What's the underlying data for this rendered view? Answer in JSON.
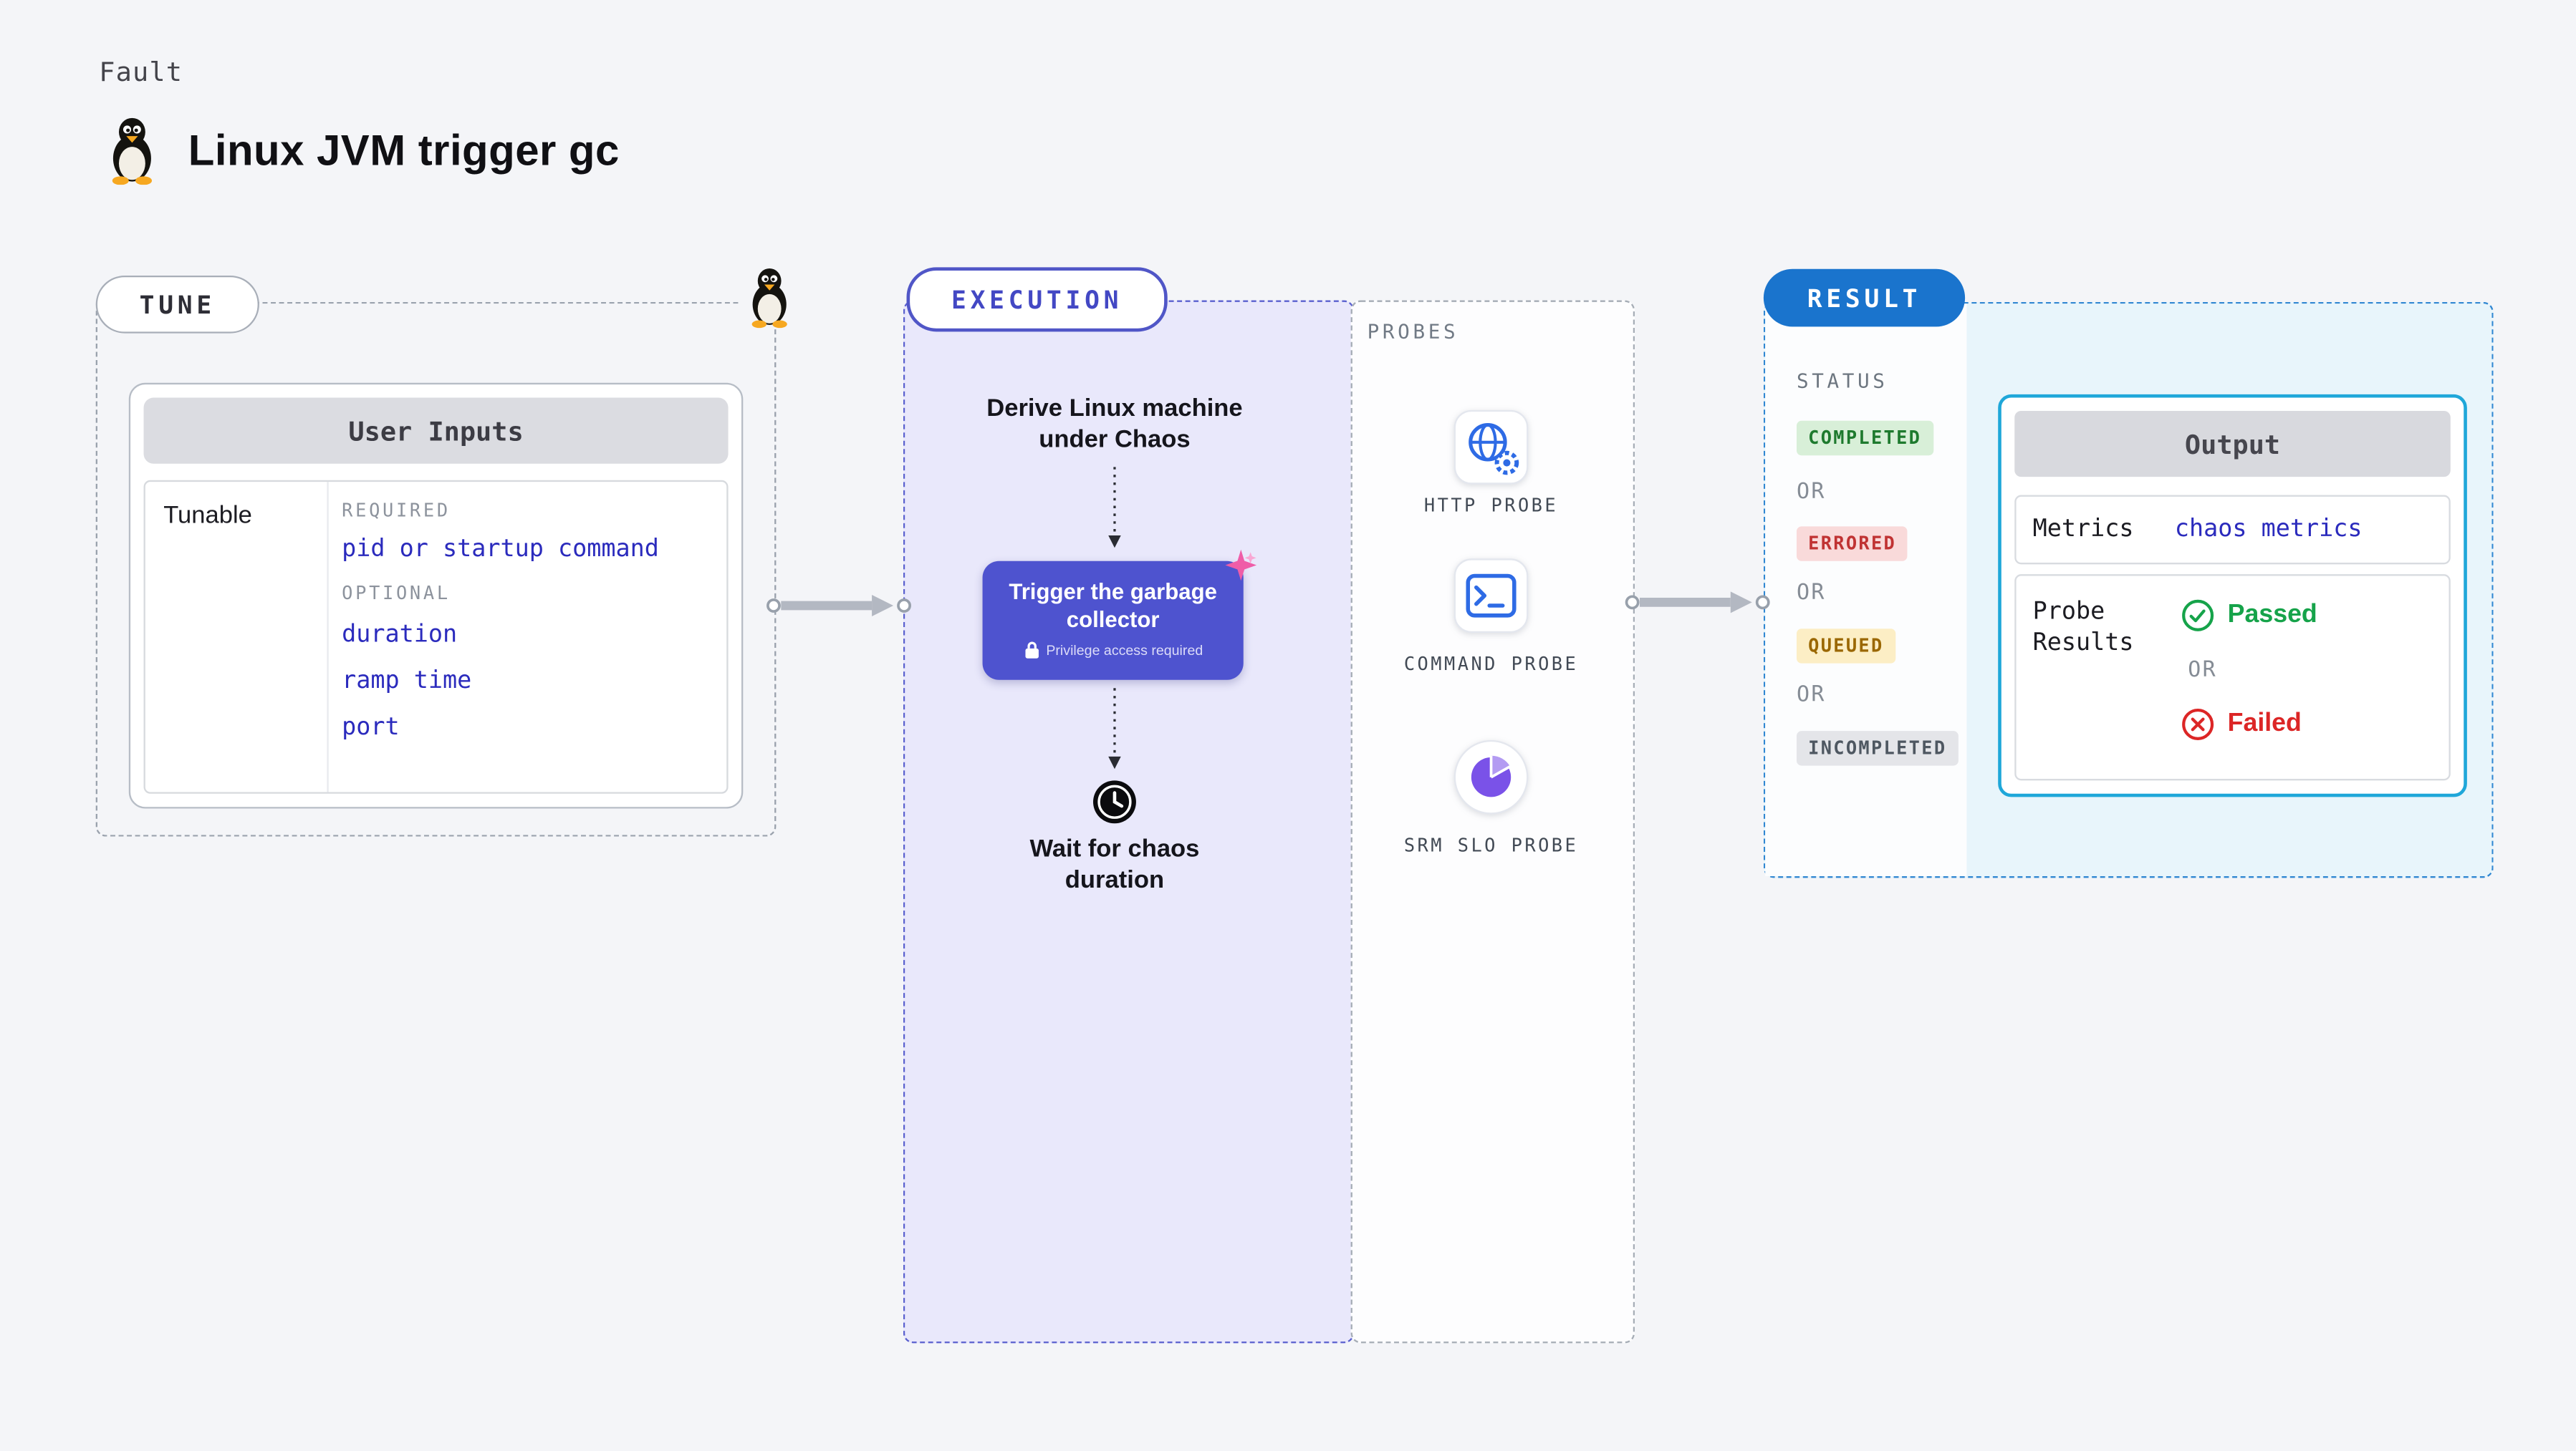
{
  "page": {
    "kicker": "Fault",
    "title": "Linux JVM trigger gc"
  },
  "tune": {
    "label": "TUNE",
    "card_title": "User Inputs",
    "row_label": "Tunable",
    "required_label": "REQUIRED",
    "required_items": [
      "pid or startup command"
    ],
    "optional_label": "OPTIONAL",
    "optional_items": [
      "duration",
      "ramp time",
      "port"
    ]
  },
  "execution": {
    "label": "EXECUTION",
    "step1": "Derive Linux machine under Chaos",
    "action_title": "Trigger the garbage collector",
    "action_note": "Privilege access required",
    "step3": "Wait for chaos duration"
  },
  "probes": {
    "label": "PROBES",
    "items": [
      {
        "name": "HTTP PROBE",
        "icon": "globe-gear-icon"
      },
      {
        "name": "COMMAND PROBE",
        "icon": "terminal-icon"
      },
      {
        "name": "SRM SLO PROBE",
        "icon": "pie-chart-icon"
      }
    ]
  },
  "result": {
    "label": "RESULT",
    "status_label": "STATUS",
    "or_label": "OR",
    "statuses": [
      {
        "label": "COMPLETED",
        "bg": "#d8efd8",
        "fg": "#1e7a2e"
      },
      {
        "label": "ERRORED",
        "bg": "#f9dada",
        "fg": "#c03333"
      },
      {
        "label": "QUEUED",
        "bg": "#fceec5",
        "fg": "#9a6700"
      },
      {
        "label": "INCOMPLETED",
        "bg": "#e4e5e9",
        "fg": "#4e5761"
      }
    ],
    "output": {
      "title": "Output",
      "metrics_label": "Metrics",
      "metrics_value": "chaos metrics",
      "probe_results_label": "Probe Results",
      "passed_label": "Passed",
      "or_label": "OR",
      "failed_label": "Failed"
    }
  },
  "colors": {
    "page_bg": "#f4f5f8",
    "accent_indigo": "#4e53cf",
    "execution_bg": "#e9e8fb",
    "result_bg": "#e8f5fb",
    "result_accent": "#1a74cd",
    "output_border": "#1fa7d9",
    "link_blue": "#2b2bbd",
    "passed_green": "#16a34a",
    "failed_red": "#dc2626",
    "arrow_gray": "#b3b8c2",
    "probe_icon_blue": "#2e6be5",
    "pie_purple": "#7a52e8",
    "sparkle_pink": "#ef5da8"
  }
}
